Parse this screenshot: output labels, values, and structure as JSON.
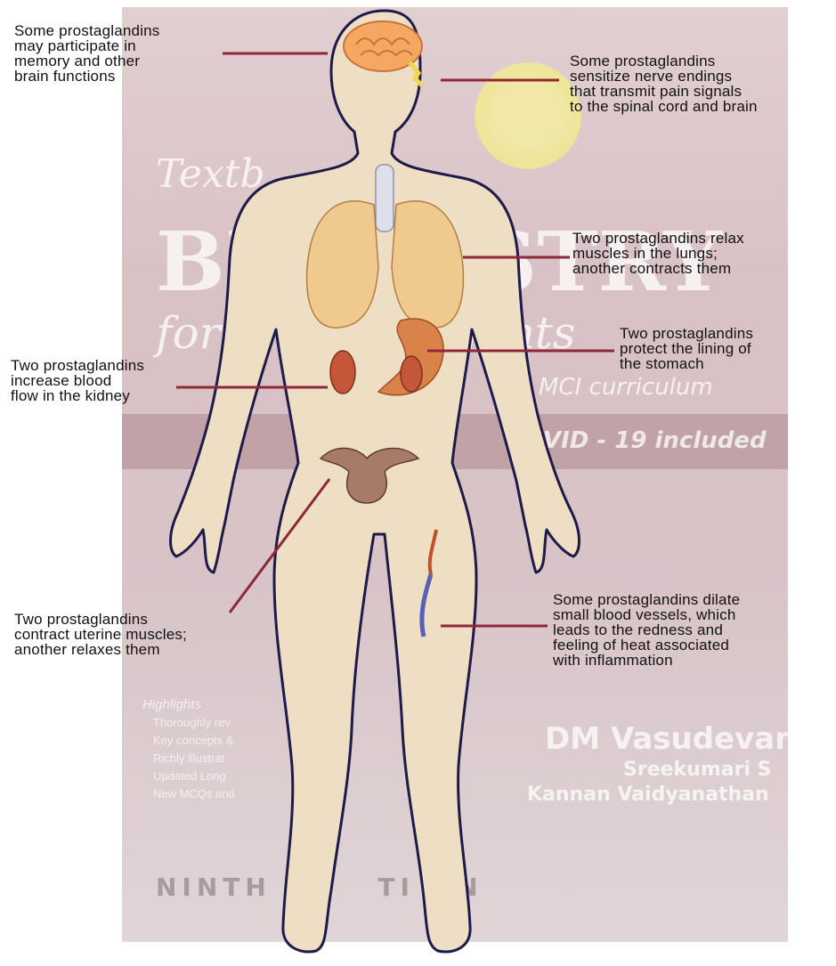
{
  "annotations": {
    "brain": "Some prostaglandins\nmay participate in\nmemory and other\nbrain functions",
    "nerve": "Some prostaglandins\nsensitize nerve endings\nthat transmit pain signals\nto the spinal cord and brain",
    "lungs": "Two prostaglandins relax\nmuscles in the lungs;\nanother contracts them",
    "stomach": "Two prostaglandins\nprotect the lining of\nthe stomach",
    "kidney": "Two prostaglandins\nincrease blood\nflow in the kidney",
    "uterus": "Two prostaglandins\ncontract uterine muscles;\nanother relaxes them",
    "vessels": "Some prostaglandins dilate\nsmall blood vessels, which\nleads to the redness and\nfeeling of heat associated\nwith inflammation"
  },
  "background_cover": {
    "title_line1": "Textb",
    "title_line2": "BI   MISTRY",
    "title_line3": "for      al  Students",
    "curriculum": "MCI curriculum",
    "covid": "VID - 19 included",
    "highlights_heading": "Highlights",
    "highlights": [
      "Thoroughly rev",
      "Key concepts &",
      "Richly illustrat",
      "Updated Long                       Qs",
      "New MCQs and"
    ],
    "author1": "DM Vasudevan",
    "author2": "Sreekumari S",
    "author3": "Kannan Vaidyanathan",
    "edition": "NINTH  E    TI   N"
  },
  "colors": {
    "leader_line": "#8e2738",
    "body_fill": "#eedfc4",
    "body_outline": "#1e1a4a",
    "organ_fill": "#f0c98e",
    "brain_fill": "#f4a862"
  }
}
